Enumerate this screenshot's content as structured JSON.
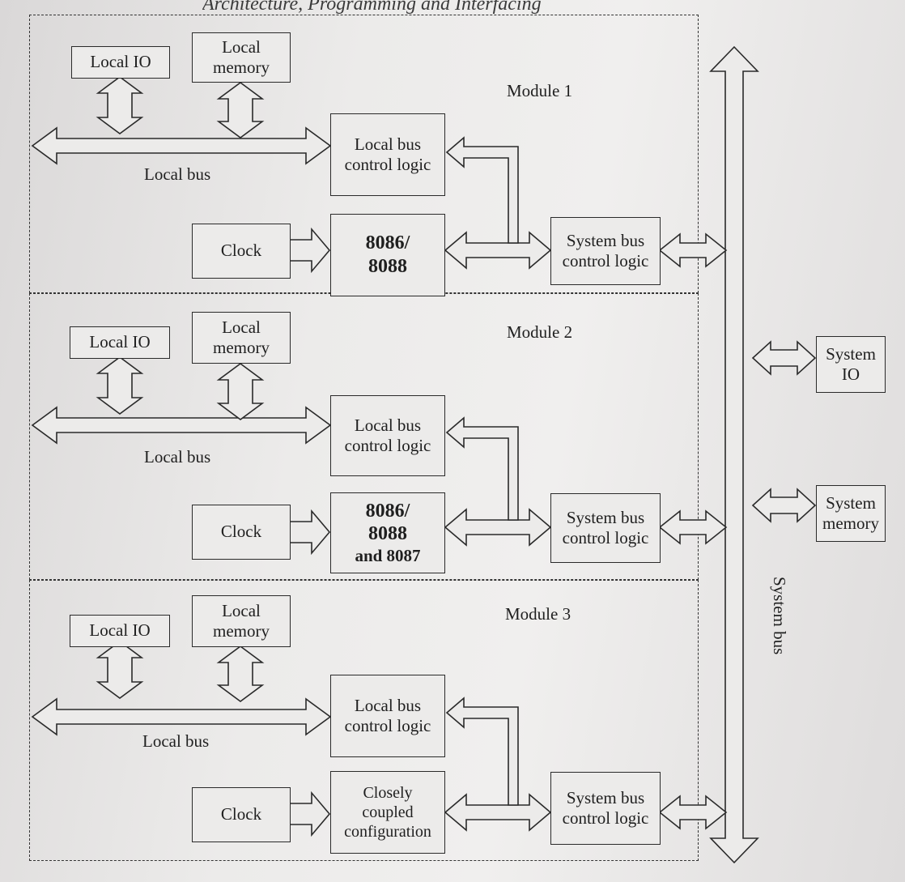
{
  "header": {
    "text": "Architecture, Programming and Interfacing"
  },
  "system_bus": {
    "label": "System bus"
  },
  "external": {
    "system_io": "System\nIO",
    "system_memory": "System\nmemory"
  },
  "modules": [
    {
      "title": "Module 1",
      "local_io": "Local IO",
      "local_memory": "Local\nmemory",
      "local_bus_label": "Local bus",
      "local_bus_control": "Local bus\ncontrol logic",
      "clock": "Clock",
      "processor": "8086/\n8088",
      "processor_sub": "",
      "system_bus_control": "System bus\ncontrol logic"
    },
    {
      "title": "Module 2",
      "local_io": "Local IO",
      "local_memory": "Local\nmemory",
      "local_bus_label": "Local bus",
      "local_bus_control": "Local bus\ncontrol logic",
      "clock": "Clock",
      "processor": "8086/\n8088",
      "processor_sub": "and 8087",
      "system_bus_control": "System bus\ncontrol logic"
    },
    {
      "title": "Module 3",
      "local_io": "Local IO",
      "local_memory": "Local\nmemory",
      "local_bus_label": "Local bus",
      "local_bus_control": "Local bus\ncontrol logic",
      "clock": "Clock",
      "processor": "Closely\ncoupled\nconfiguration",
      "processor_sub": "",
      "system_bus_control": "System bus\ncontrol logic"
    }
  ]
}
